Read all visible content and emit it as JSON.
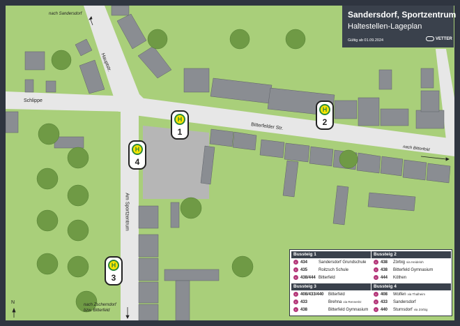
{
  "header": {
    "title": "Sandersdorf, Sportzentrum",
    "subtitle": "Haltestellen-Lageplan",
    "valid_from": "Gültig ab 01.09.2024",
    "logo": "VETTER"
  },
  "streets": {
    "hauptstr": "Hauptstr.",
    "schlippe": "Schlippe",
    "bitterfelder": "Bitterfelder Str.",
    "am_sportzentrum": "Am Sportzentrum"
  },
  "directions": {
    "sandersdorf": "nach Sandersdorf",
    "bitterfeld": "nach Bitterfeld",
    "zscherndorf_1": "nach Zscherndorf",
    "zscherndorf_2": "bzw. Bitterfeld"
  },
  "stops": [
    {
      "number": "1",
      "icon": "bus-stop-h-icon"
    },
    {
      "number": "2",
      "icon": "bus-stop-h-icon"
    },
    {
      "number": "3",
      "icon": "bus-stop-h-icon"
    },
    {
      "number": "4",
      "icon": "bus-stop-h-icon"
    }
  ],
  "legend": [
    {
      "header": "Bussteig 1",
      "rows": [
        {
          "line": "434",
          "dest": "Sandersdorf Grundschule",
          "via": ""
        },
        {
          "line": "435",
          "dest": "Roitzsch Schule",
          "via": ""
        },
        {
          "line": "438/444",
          "dest": "Bitterfeld",
          "via": ""
        }
      ]
    },
    {
      "header": "Bussteig 2",
      "rows": [
        {
          "line": "438",
          "dest": "Zörbig",
          "via": "via Heideloh"
        },
        {
          "line": "438",
          "dest": "Bitterfeld Gymnasium",
          "via": ""
        },
        {
          "line": "444",
          "dest": "Köthen",
          "via": ""
        }
      ]
    },
    {
      "header": "Bussteig 3",
      "rows": [
        {
          "line": "408/433/440",
          "dest": "Bitterfeld",
          "via": ""
        },
        {
          "line": "433",
          "dest": "Brehna",
          "via": "via Renneritz"
        },
        {
          "line": "438",
          "dest": "Bitterfeld Gymnasium",
          "via": ""
        }
      ]
    },
    {
      "header": "Bussteig 4",
      "rows": [
        {
          "line": "408",
          "dest": "Wolfen",
          "via": "via Thalheim"
        },
        {
          "line": "433",
          "dest": "Sandersdorf",
          "via": ""
        },
        {
          "line": "440",
          "dest": "Sturnsdorf",
          "via": "via Zörbig"
        }
      ]
    }
  ],
  "north": "N",
  "colors": {
    "grass": "#a9cf7a",
    "road": "#e7e7e7",
    "building": "#8a8d92",
    "frame": "#2f3540",
    "tree": "#6f9a45",
    "line_badge": "#b5387a",
    "stop_sign": "#ffe600"
  }
}
